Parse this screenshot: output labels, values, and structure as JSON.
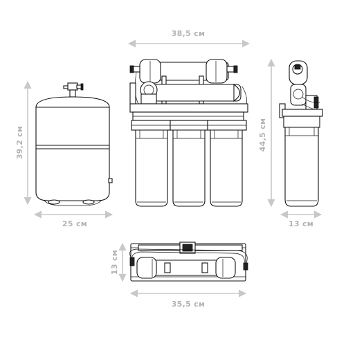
{
  "dimensions": {
    "tank_height": "39,2 см",
    "tank_width": "25 см",
    "system_width": "38,5 см",
    "system_height": "44,5 см",
    "system_depth": "13 см",
    "top_view_depth": "13 см",
    "top_view_width": "35,5 см"
  },
  "colors": {
    "dimension": "#c8c8c8",
    "dimension_text": "#b3b3b3",
    "outline": "#111111",
    "background": "#ffffff"
  }
}
